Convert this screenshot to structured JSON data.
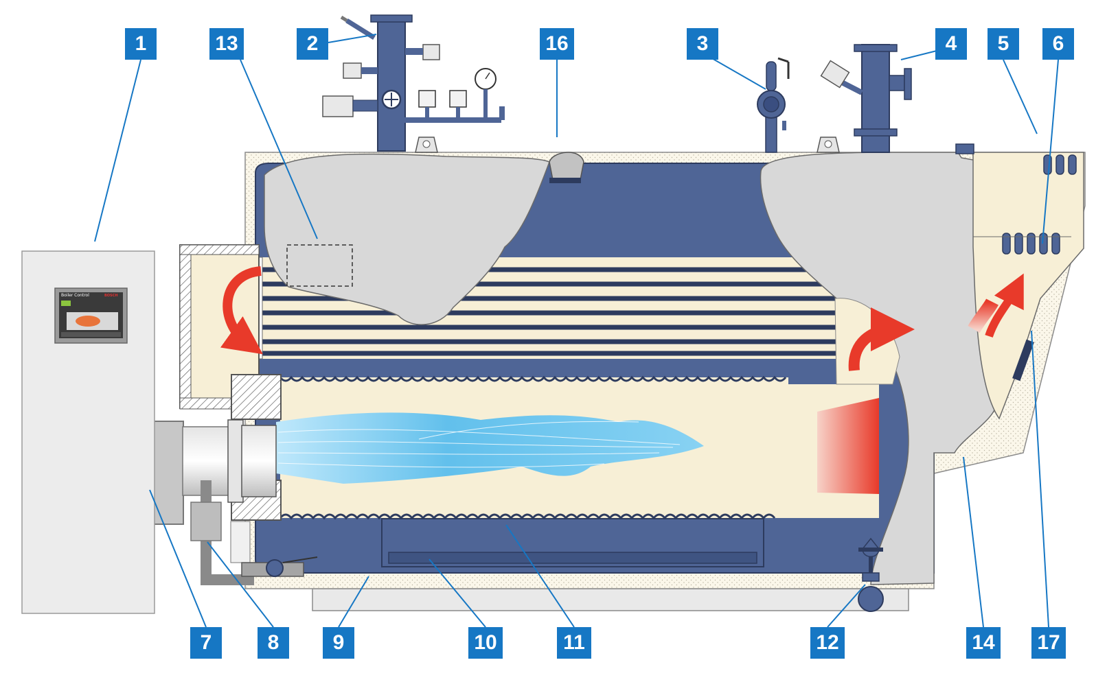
{
  "diagram": {
    "callouts": [
      {
        "id": "c1",
        "label": "1"
      },
      {
        "id": "c2",
        "label": "2"
      },
      {
        "id": "c3",
        "label": "3"
      },
      {
        "id": "c4",
        "label": "4"
      },
      {
        "id": "c5",
        "label": "5"
      },
      {
        "id": "c6",
        "label": "6"
      },
      {
        "id": "c7",
        "label": "7"
      },
      {
        "id": "c8",
        "label": "8"
      },
      {
        "id": "c9",
        "label": "9"
      },
      {
        "id": "c10",
        "label": "10"
      },
      {
        "id": "c11",
        "label": "11"
      },
      {
        "id": "c12",
        "label": "12"
      },
      {
        "id": "c13",
        "label": "13"
      },
      {
        "id": "c14",
        "label": "14"
      },
      {
        "id": "c16",
        "label": "16"
      },
      {
        "id": "c17",
        "label": "17"
      }
    ],
    "control_panel": {
      "screen_title": "Boiler Control",
      "brand": "BOSCH"
    },
    "colors": {
      "callout_blue": "#1677c4",
      "boiler_blue": "#4f6596",
      "cream": "#f7efd6",
      "flame_blue": "#62c0ec",
      "hot_red": "#e83a2a",
      "casing_grey": "#d8d8d8"
    }
  }
}
